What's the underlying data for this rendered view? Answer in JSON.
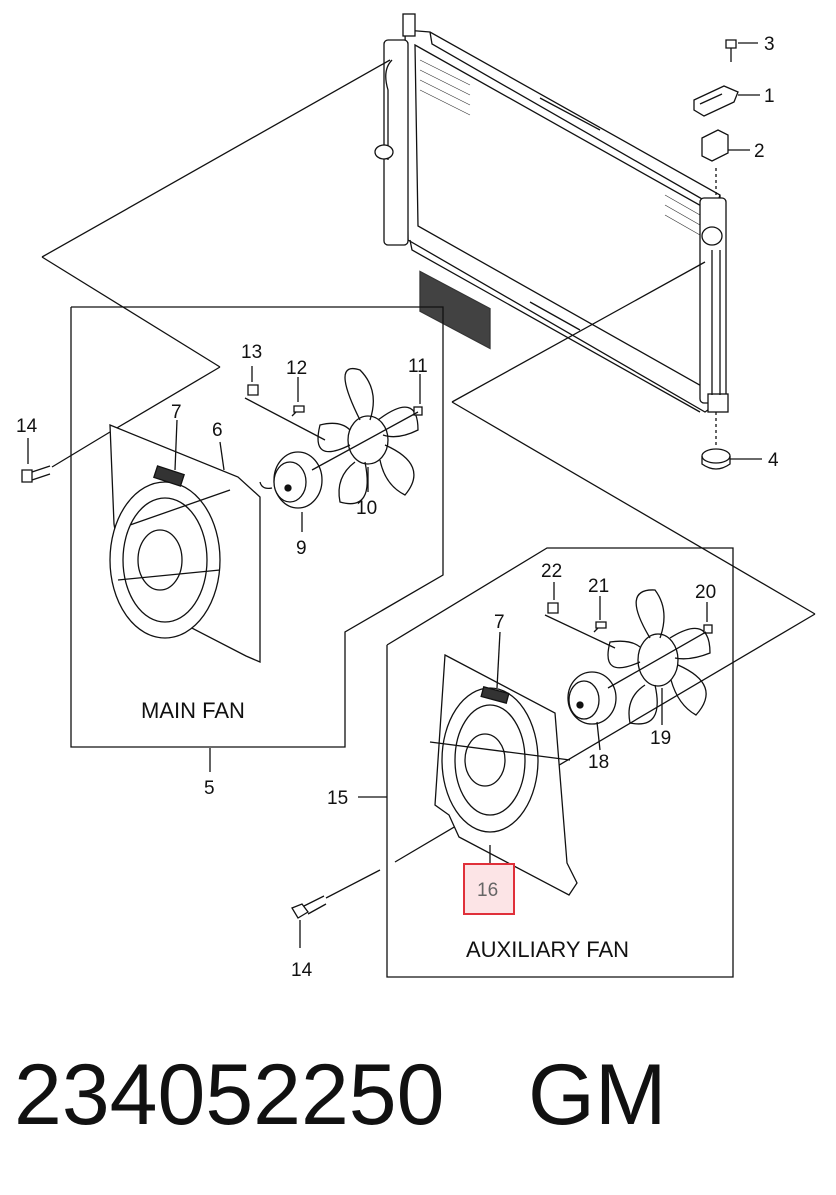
{
  "callouts": {
    "c1": "1",
    "c2": "2",
    "c3": "3",
    "c4": "4",
    "c5": "5",
    "c6": "6",
    "c7a": "7",
    "c7b": "7",
    "c9": "9",
    "c10": "10",
    "c11": "11",
    "c12": "12",
    "c13": "13",
    "c14a": "14",
    "c14b": "14",
    "c15": "15",
    "c16": "16",
    "c18": "18",
    "c19": "19",
    "c20": "20",
    "c21": "21",
    "c22": "22"
  },
  "groups": {
    "main_fan": "MAIN FAN",
    "auxiliary_fan": "AUXILIARY FAN"
  },
  "footer": {
    "part_number": "234052250",
    "brand": "GM"
  },
  "highlight_color": "#e0303a"
}
